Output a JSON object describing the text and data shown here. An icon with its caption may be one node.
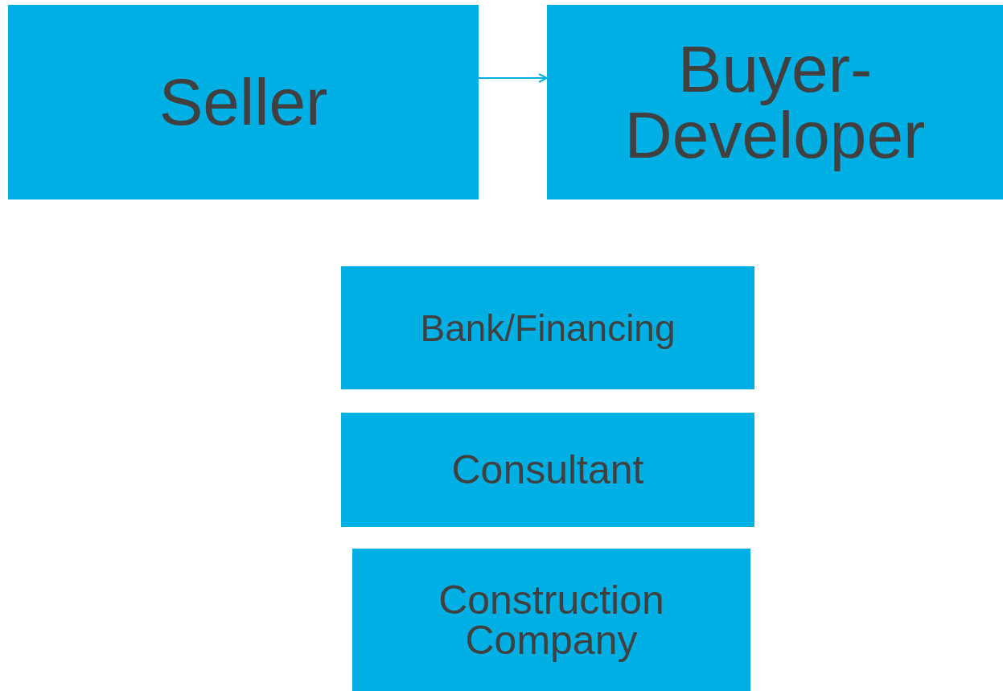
{
  "diagram": {
    "nodes": [
      {
        "text": [
          "Seller"
        ]
      },
      {
        "text": [
          "Buyer-Developer"
        ]
      },
      {
        "text": [
          "Bank/Financing"
        ]
      },
      {
        "text": [
          "Consultant"
        ]
      },
      {
        "text": [
          "Construction Company"
        ]
      }
    ],
    "edges": [
      {
        "from": 0,
        "to": 1,
        "arrow": "to"
      }
    ]
  }
}
